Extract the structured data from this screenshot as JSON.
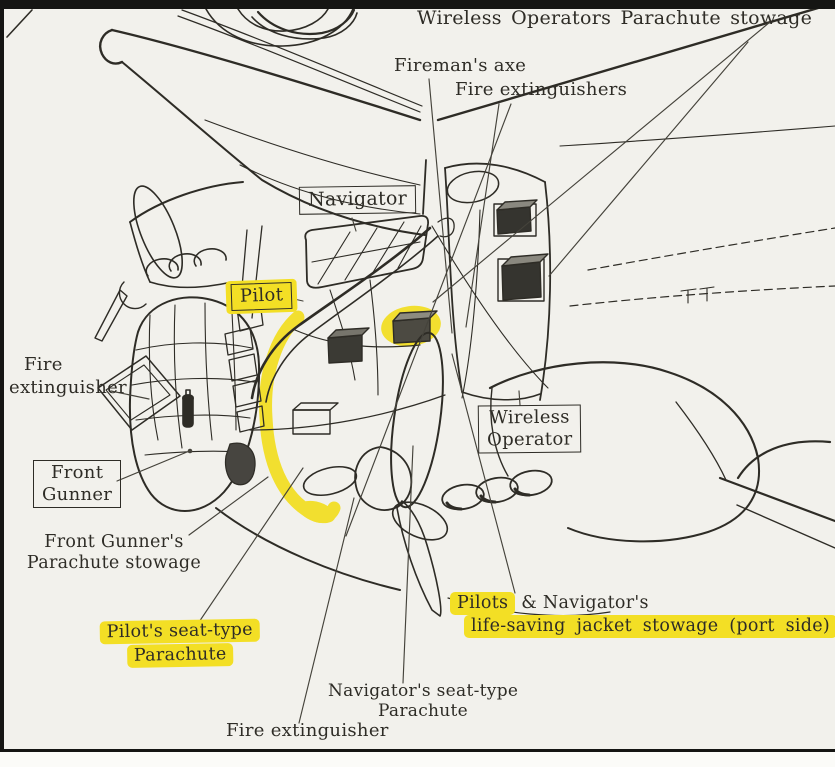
{
  "page": {
    "paper_color": "#f2f1ec",
    "ink_color": "#2e2c26",
    "highlight_color": "#f3df25",
    "frame_color": "#151513"
  },
  "diagram": {
    "subject": "aircraft crew stations and safety equipment cutaway",
    "labels": {
      "wireless_op_parachute_stowage": "Wireless Operators Parachute stowage",
      "firemans_axe": "Fireman's axe",
      "fire_extinguishers": "Fire extinguishers",
      "navigator": "Navigator",
      "pilot": "Pilot",
      "fire_extinguisher_left_line1": "Fire",
      "fire_extinguisher_left_line2": "extinguisher",
      "wireless_operator_line1": "Wireless",
      "wireless_operator_line2": "Operator",
      "front_gunner_line1": "Front",
      "front_gunner_line2": "Gunner",
      "front_gunners_parachute_line1": "Front Gunner's",
      "front_gunners_parachute_line2": "Parachute stowage",
      "pilots_parachute_line1": "Pilot's seat-type",
      "pilots_parachute_line2": "Parachute",
      "jacket_stowage_highlighted_word": "Pilots",
      "jacket_stowage_line1_rest": " & Navigator's",
      "jacket_stowage_line2": "life-saving jacket stowage (port side)",
      "navigators_parachute_line1": "Navigator's seat-type",
      "navigators_parachute_line2": "Parachute",
      "fire_extinguisher_bottom": "Fire extinguisher"
    }
  }
}
